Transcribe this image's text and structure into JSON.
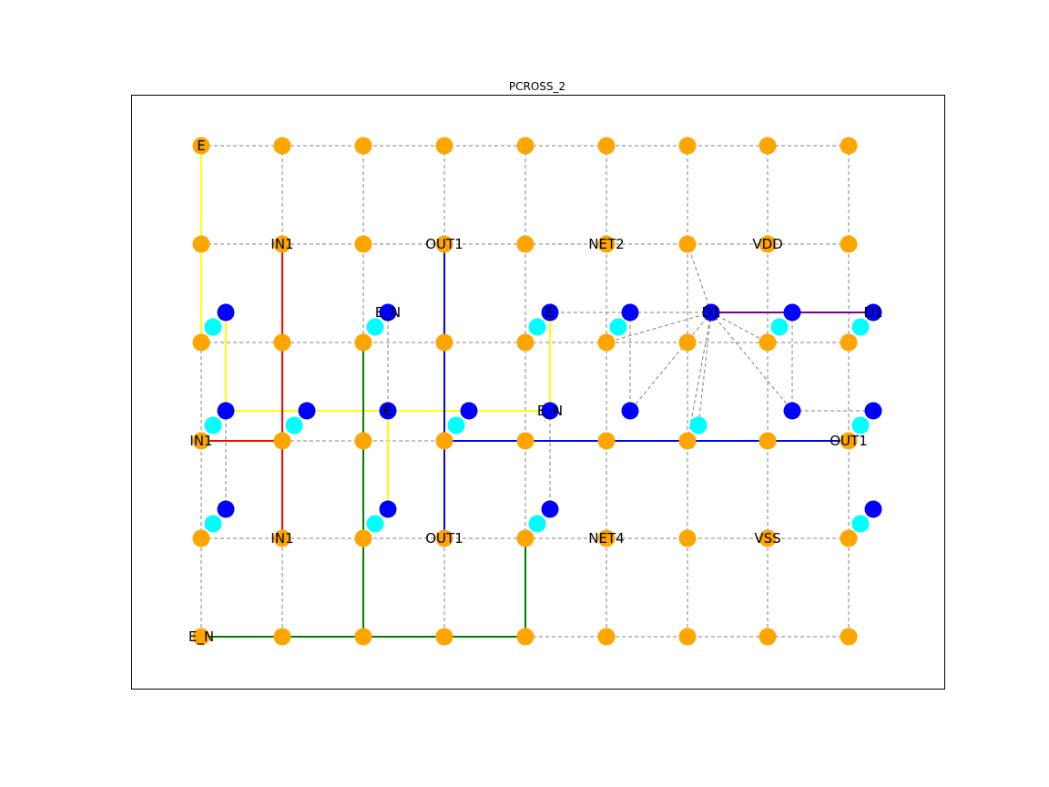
{
  "title": "PCROSS_2",
  "colors": {
    "grid_node": "#FFA500",
    "pin_blue": "#0000FF",
    "pin_cyan": "#00FFFF",
    "grid_edge": "#808080"
  },
  "grid": {
    "columns": 9,
    "rows": 6
  },
  "labels": [
    {
      "text": "E",
      "col": 0,
      "row": 0
    },
    {
      "text": "IN1",
      "col": 1,
      "row": 1
    },
    {
      "text": "OUT1",
      "col": 3,
      "row": 1
    },
    {
      "text": "NET2",
      "col": 5,
      "row": 1
    },
    {
      "text": "VDD",
      "col": 7,
      "row": 1
    },
    {
      "text": "IN1",
      "col": 0,
      "row": 3
    },
    {
      "text": "OUT1",
      "col": 8,
      "row": 3
    },
    {
      "text": "IN1",
      "col": 1,
      "row": 4
    },
    {
      "text": "OUT1",
      "col": 3,
      "row": 4
    },
    {
      "text": "NET4",
      "col": 5,
      "row": 4
    },
    {
      "text": "VSS",
      "col": 7,
      "row": 4
    },
    {
      "text": "E_N",
      "col": 0,
      "row": 5
    },
    {
      "text": "E_N",
      "pin": "b_upper_col2"
    },
    {
      "text": "E",
      "pin": "b_upper_col4"
    },
    {
      "text": "D1",
      "pin": "b_upper_d1_center"
    },
    {
      "text": "D1",
      "pin": "b_upper_col8"
    },
    {
      "text": "E",
      "pin": "b_lower_col2"
    },
    {
      "text": "E_N",
      "pin": "b_lower_col4"
    }
  ],
  "nets": [
    {
      "name": "E",
      "color": "#FFFF00"
    },
    {
      "name": "IN1",
      "color": "#FF0000"
    },
    {
      "name": "OUT1",
      "color": "#0000FF"
    },
    {
      "name": "E_N",
      "color": "#008000"
    },
    {
      "name": "D1",
      "color": "#800080"
    }
  ]
}
